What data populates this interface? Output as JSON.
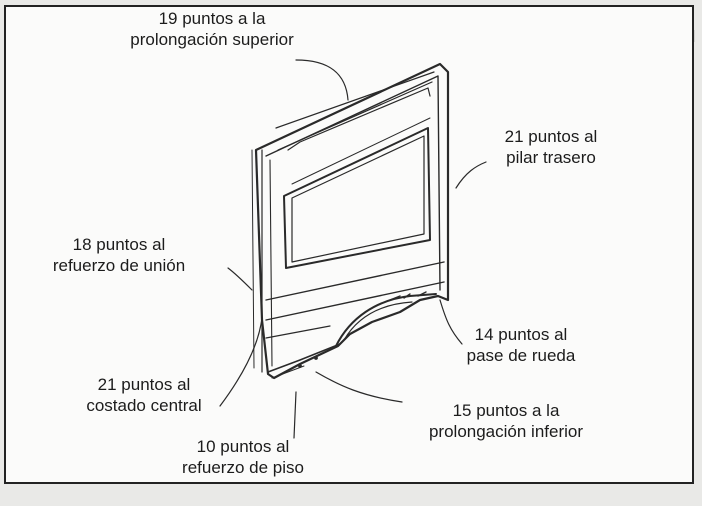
{
  "figure": {
    "labels": {
      "top": [
        "19 puntos a la",
        "prolongación superior"
      ],
      "rear_pillar": [
        "21 puntos al",
        "pilar trasero"
      ],
      "union": [
        "18 puntos al",
        "refuerzo de unión"
      ],
      "wheel": [
        "14 puntos al",
        "pase de rueda"
      ],
      "central": [
        "21 puntos al",
        "costado central"
      ],
      "lower": [
        "15 puntos a la",
        "prolongación inferior"
      ],
      "floor": [
        "10 puntos al",
        "refuerzo de piso"
      ]
    }
  }
}
